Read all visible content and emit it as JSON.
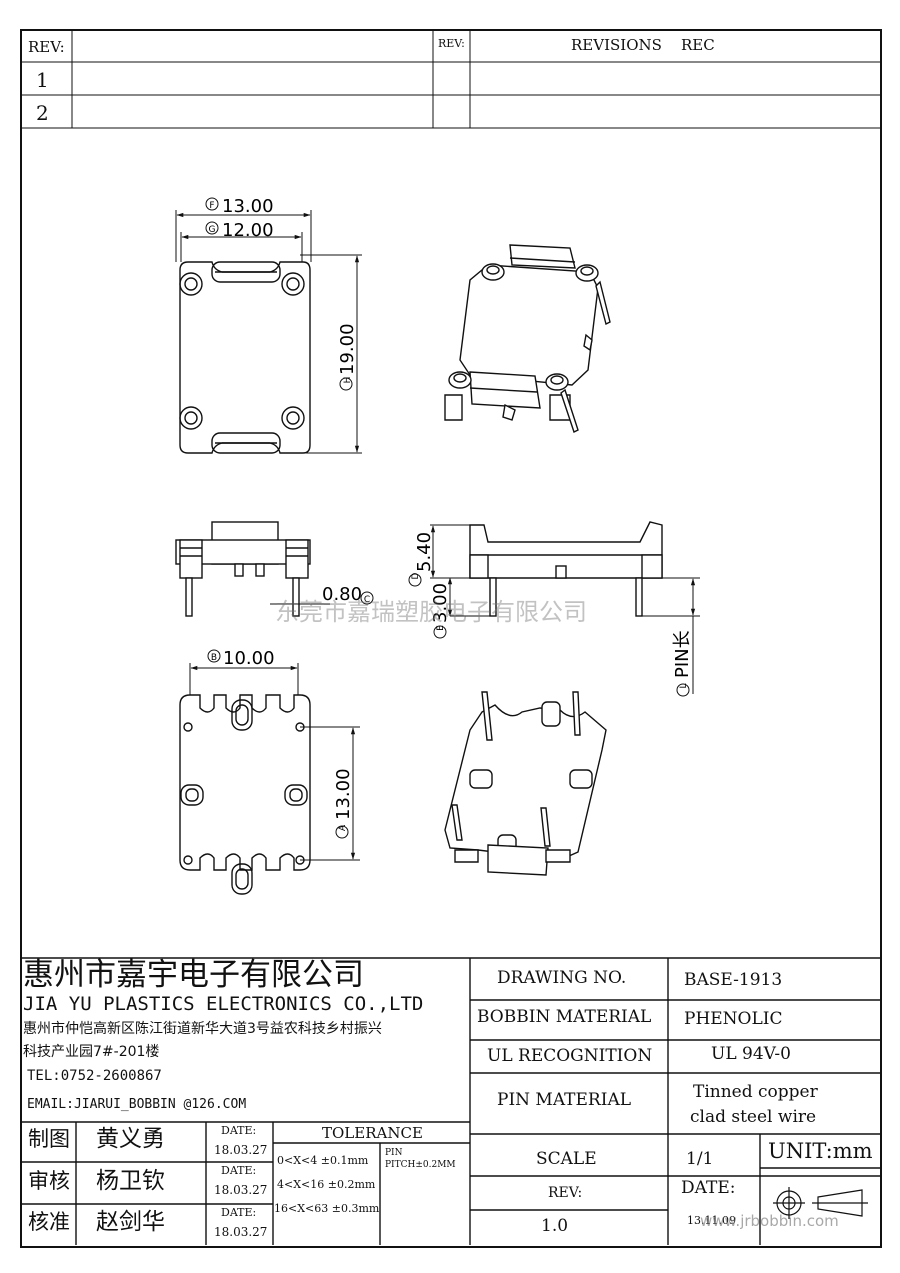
{
  "revisions": {
    "rev_label": "REV:",
    "rev_label_2": "REV:",
    "revisions_header": "REVISIONS",
    "rec_header": "REC",
    "rows": [
      "1",
      "2"
    ]
  },
  "dimensions": {
    "f13": "13.00",
    "g12": "12.00",
    "h19": "19.00",
    "d540": "5.40",
    "e300": "3.00",
    "c080": "0.80",
    "pin_len": "PIN长",
    "b10": "10.00",
    "a13": "13.00",
    "letters": {
      "a": "A",
      "b": "B",
      "c": "C",
      "d": "D",
      "e": "E",
      "f": "F",
      "g": "G",
      "h": "H",
      "l": "L"
    }
  },
  "watermark": "东莞市嘉瑞塑胶电子有限公司",
  "company": {
    "name_cn": "惠州市嘉宇电子有限公司",
    "name_en": "JIA YU PLASTICS ELECTRONICS CO.,LTD",
    "address_line1": "惠州市仲恺高新区陈江街道新华大道3号益农科技乡村振兴",
    "address_line2": "科技产业园7#-201楼",
    "tel": "TEL:0752-2600867",
    "email": "EMAIL:JIARUI_BOBBIN @126.COM"
  },
  "signoff": [
    {
      "role": "制图",
      "name": "黄义勇",
      "date_label": "DATE:",
      "date": "18.03.27"
    },
    {
      "role": "审核",
      "name": "杨卫钦",
      "date_label": "DATE:",
      "date": "18.03.27"
    },
    {
      "role": "核准",
      "name": "赵剑华",
      "date_label": "DATE:",
      "date": "18.03.27"
    }
  ],
  "tolerance": {
    "title": "TOLERANCE",
    "rows": [
      "0<X<4  ±0.1mm",
      "4<X<16 ±0.2mm",
      "16<X<63 ±0.3mm"
    ],
    "pin_label": "PIN",
    "pin_pitch": "PITCH±0.2MM"
  },
  "spec": {
    "drawing_no_label": "DRAWING  NO.",
    "drawing_no": "BASE-1913",
    "bobbin_material_label": "BOBBIN  MATERIAL",
    "bobbin_material": "PHENOLIC",
    "ul_label": "UL RECOGNITION",
    "ul_value": "UL 94V-0",
    "pin_material_label": "PIN MATERIAL",
    "pin_material_line1": "Tinned copper",
    "pin_material_line2": "clad steel wire",
    "scale_label": "SCALE",
    "scale_value": "1/1",
    "unit": "UNIT:mm",
    "rev_label": "REV:",
    "rev_value": "1.0",
    "date_label": "DATE:",
    "date_value": "13.11.09",
    "website": "www.jrbobbin.com"
  }
}
